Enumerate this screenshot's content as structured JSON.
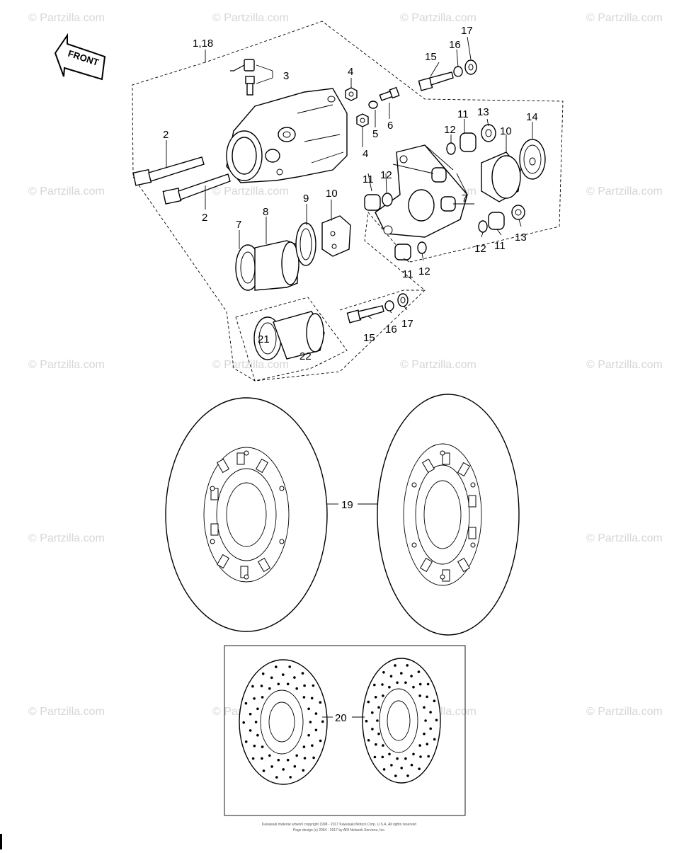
{
  "diagram": {
    "front_label": "FRONT",
    "watermark": "© Partzilla.com",
    "footer_line1": "Kawasaki material artwork copyright 1998 - 2017 Kawasaki Motors Corp. U.S.A. All rights reserved",
    "footer_line2": "Page design (c) 2004 - 2017 by ARI Network Services, Inc.",
    "callouts": {
      "c118": "1,18",
      "c2a": "2",
      "c2b": "2",
      "c3": "3",
      "c4a": "4",
      "c4b": "4",
      "c5": "5",
      "c6": "6",
      "c7a": "7",
      "c7b": "7",
      "c8": "8",
      "c9": "9",
      "c10a": "10",
      "c10b": "10",
      "c11a": "11",
      "c11b": "11",
      "c11c": "11",
      "c11d": "11",
      "c12a": "12",
      "c12b": "12",
      "c12c": "12",
      "c12d": "12",
      "c13a": "13",
      "c13b": "13",
      "c14": "14",
      "c15a": "15",
      "c15b": "15",
      "c16a": "16",
      "c16b": "16",
      "c17a": "17",
      "c17b": "17",
      "c19": "19",
      "c20": "20",
      "c21": "21",
      "c22": "22"
    }
  }
}
